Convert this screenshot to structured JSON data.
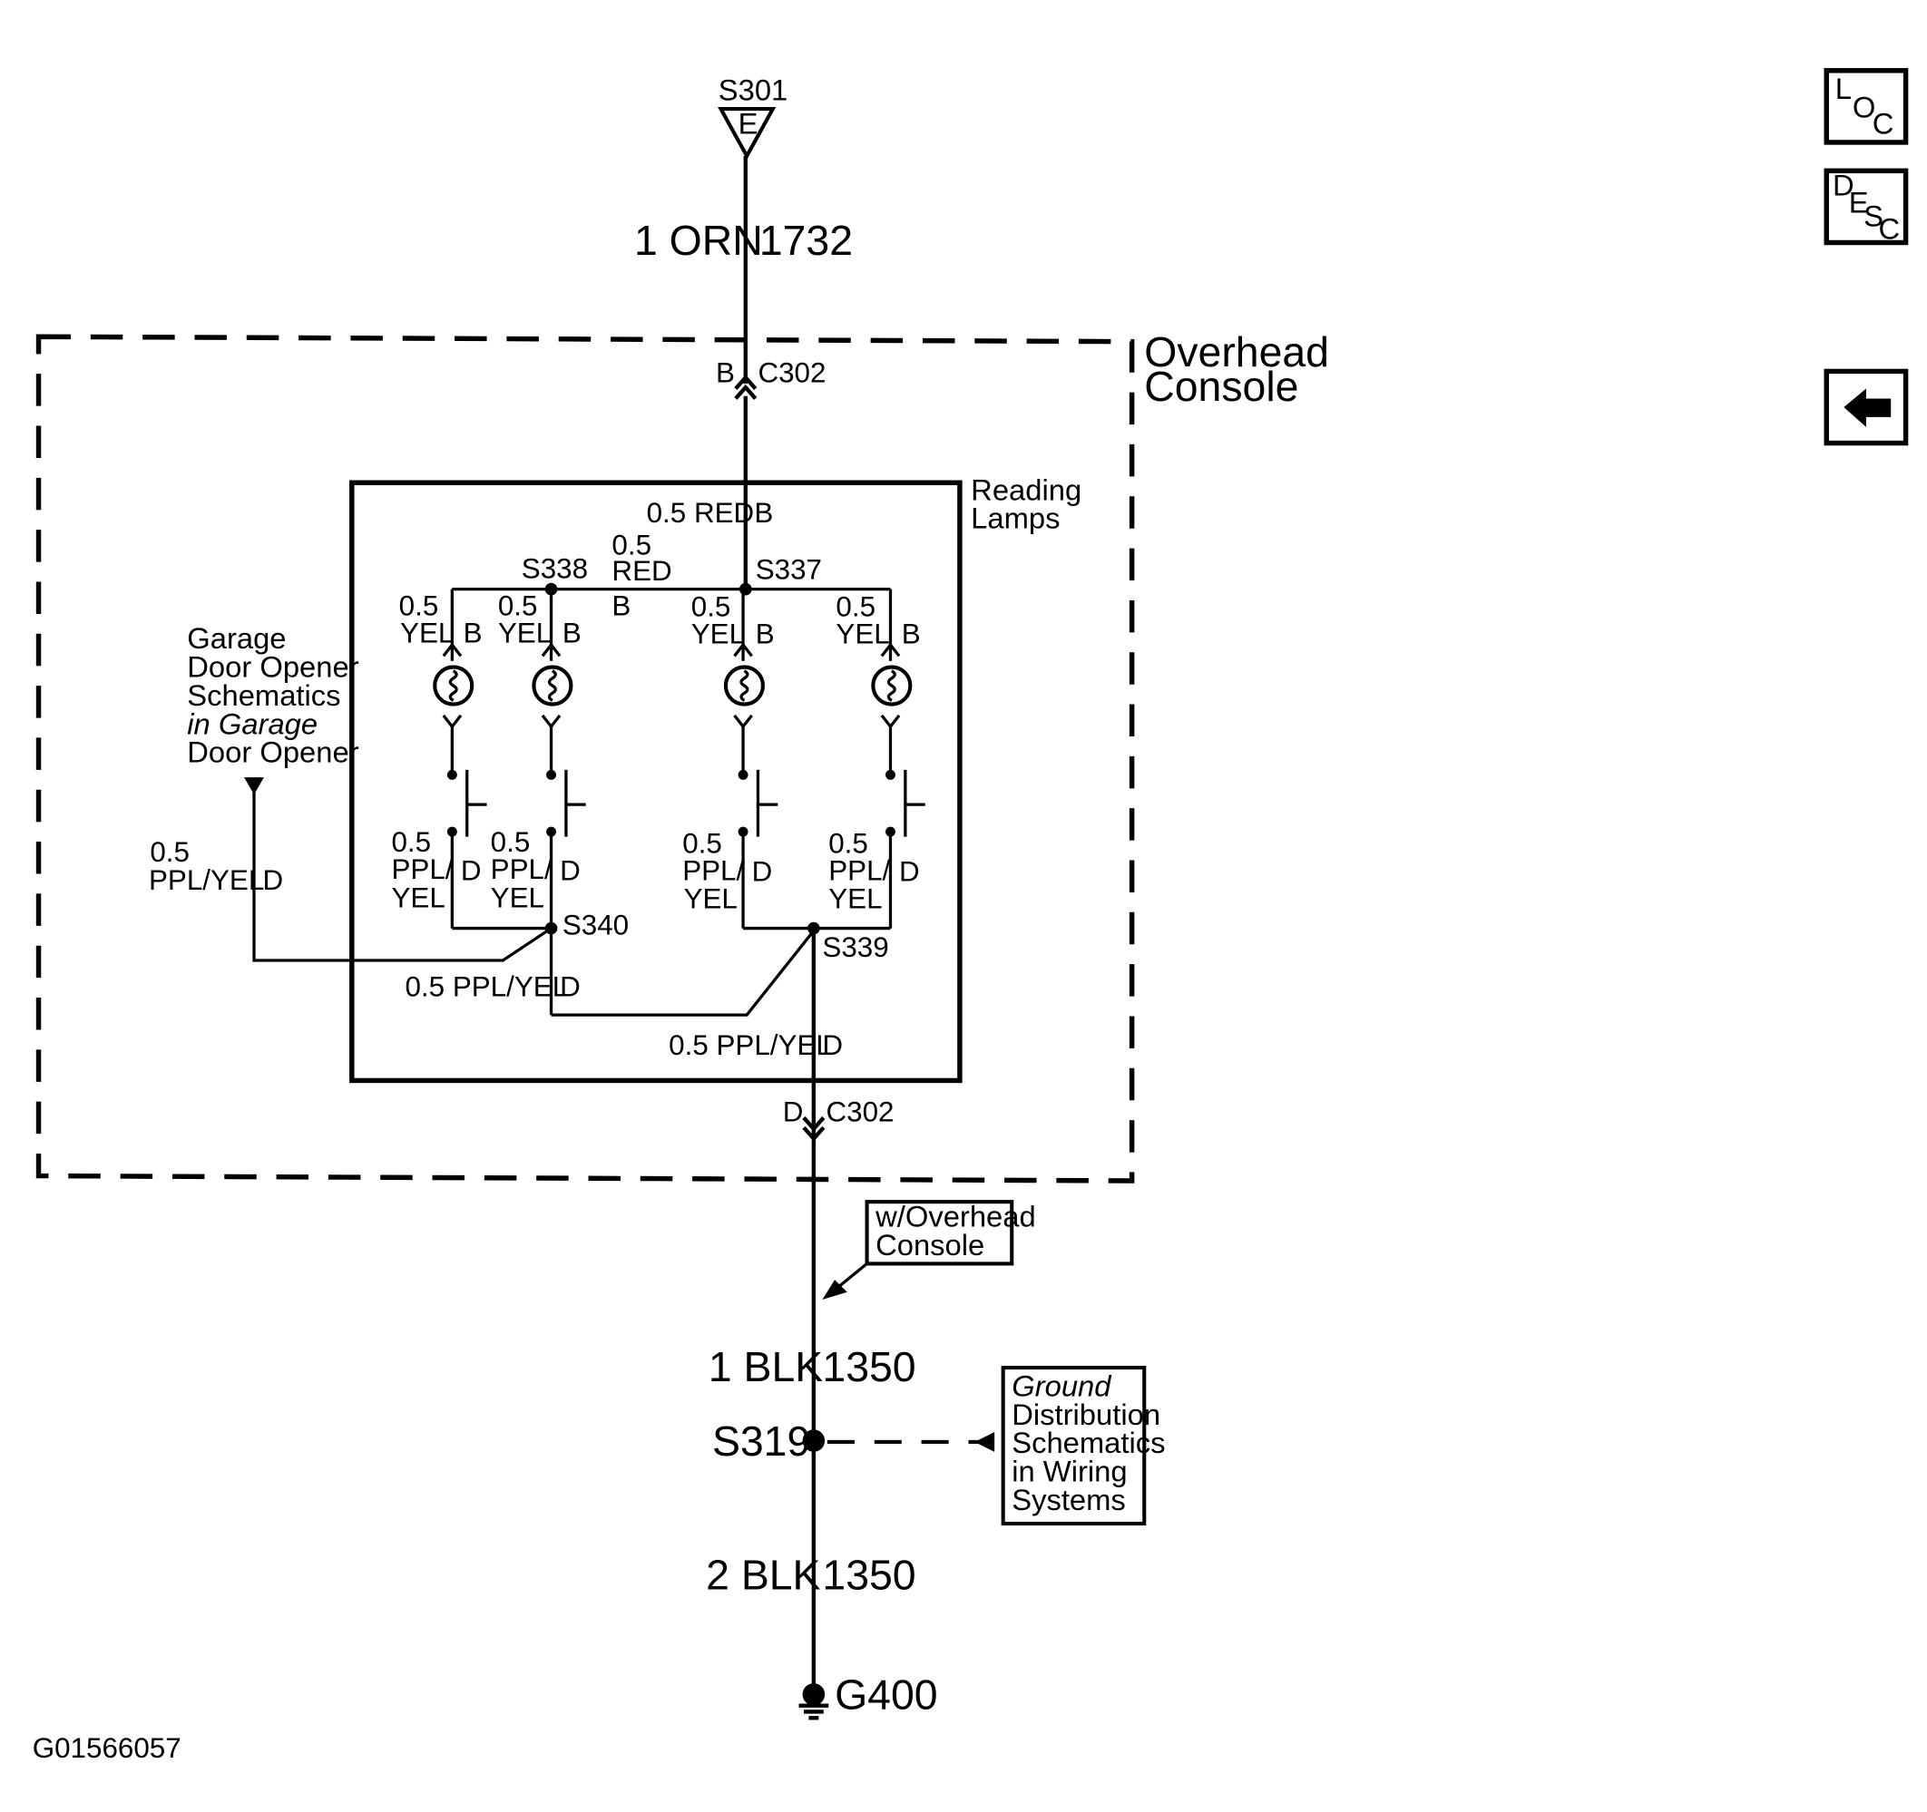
{
  "ground_point_top": {
    "label": "S301",
    "letter": "E"
  },
  "top_wire": {
    "gauge_color": "1 ORN",
    "circuit": "1732"
  },
  "overhead_console": {
    "line1": "Overhead",
    "line2": "Console"
  },
  "connector_top": {
    "pin": "B",
    "name": "C302"
  },
  "reading_lamps": {
    "line1": "Reading",
    "line2": "Lamps"
  },
  "feed_wire": {
    "gauge_color": "0.5 RED",
    "pin": "B"
  },
  "splice_s338": "S338",
  "splice_s337": "S337",
  "red_jumper": {
    "gauge": "0.5",
    "color": "RED",
    "pin": "B"
  },
  "lamp_wires": [
    {
      "gauge": "0.5",
      "color": "YEL",
      "pin": "B"
    },
    {
      "gauge": "0.5",
      "color": "YEL",
      "pin": "B"
    },
    {
      "gauge": "0.5",
      "color": "YEL",
      "pin": "B"
    },
    {
      "gauge": "0.5",
      "color": "YEL",
      "pin": "B"
    }
  ],
  "switch_wires": [
    {
      "gauge": "0.5",
      "color1": "PPL/",
      "color2": "YEL",
      "pin": "D"
    },
    {
      "gauge": "0.5",
      "color1": "PPL/",
      "color2": "YEL",
      "pin": "D"
    },
    {
      "gauge": "0.5",
      "color1": "PPL/",
      "color2": "YEL",
      "pin": "D"
    },
    {
      "gauge": "0.5",
      "color1": "PPL/",
      "color2": "YEL",
      "pin": "D"
    }
  ],
  "garage_ref": {
    "lines": [
      "Garage",
      "Door Opener",
      "Schematics",
      "in Garage",
      "Door Opener"
    ]
  },
  "garage_wire": {
    "gauge": "0.5",
    "color": "PPL/YEL",
    "pin": "D"
  },
  "splice_s340": "S340",
  "splice_s339": "S339",
  "mid_wire": {
    "label": "0.5 PPL/YEL",
    "pin": "D"
  },
  "exit_wire": {
    "label": "0.5 PPL/YEL",
    "pin": "D"
  },
  "connector_bottom": {
    "pin": "D",
    "name": "C302"
  },
  "option_note": {
    "line1": "w/Overhead",
    "line2": "Console"
  },
  "wire_blk1": {
    "gauge_color": "1 BLK",
    "circuit": "1350"
  },
  "splice_s319": "S319",
  "ground_ref": {
    "lines": [
      "Ground",
      "Distribution",
      "Schematics",
      "in Wiring",
      "Systems"
    ]
  },
  "wire_blk2": {
    "gauge_color": "2 BLK",
    "circuit": "1350"
  },
  "ground_g400": "G400",
  "figure_id": "G01566057",
  "nav": {
    "loc": {
      "l": "L",
      "o": "O",
      "c": "C"
    },
    "desc": {
      "d": "D",
      "e": "E",
      "s": "S",
      "c": "C"
    },
    "back_icon": "left-arrow-icon"
  }
}
